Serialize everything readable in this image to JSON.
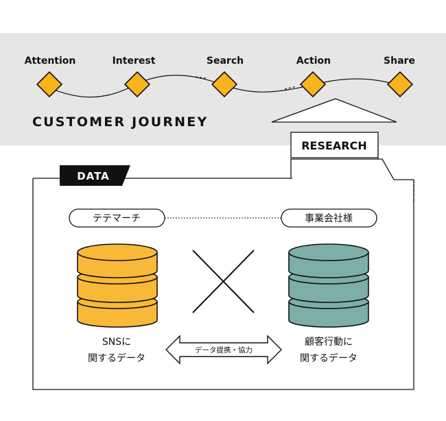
{
  "journey": {
    "title": "CUSTOMER JOURNEY",
    "stages": [
      "Attention",
      "Interest",
      "Search",
      "Action",
      "Share"
    ]
  },
  "research": {
    "label": "RESEARCH"
  },
  "data_panel": {
    "tab_label": "DATA"
  },
  "left_source": {
    "name": "テテマーチ",
    "caption_line1": "SNSに",
    "caption_line2": "関するデータ",
    "color": "#F9B938"
  },
  "right_source": {
    "name": "事業会社様",
    "caption_line1": "顧客行動に",
    "caption_line2": "関するデータ",
    "color": "#7DAEAA"
  },
  "exchange": {
    "label": "データ提携・協力"
  },
  "colors": {
    "band": "#E6E6E6",
    "diamond": "#F9B31C",
    "ink": "#111111"
  }
}
